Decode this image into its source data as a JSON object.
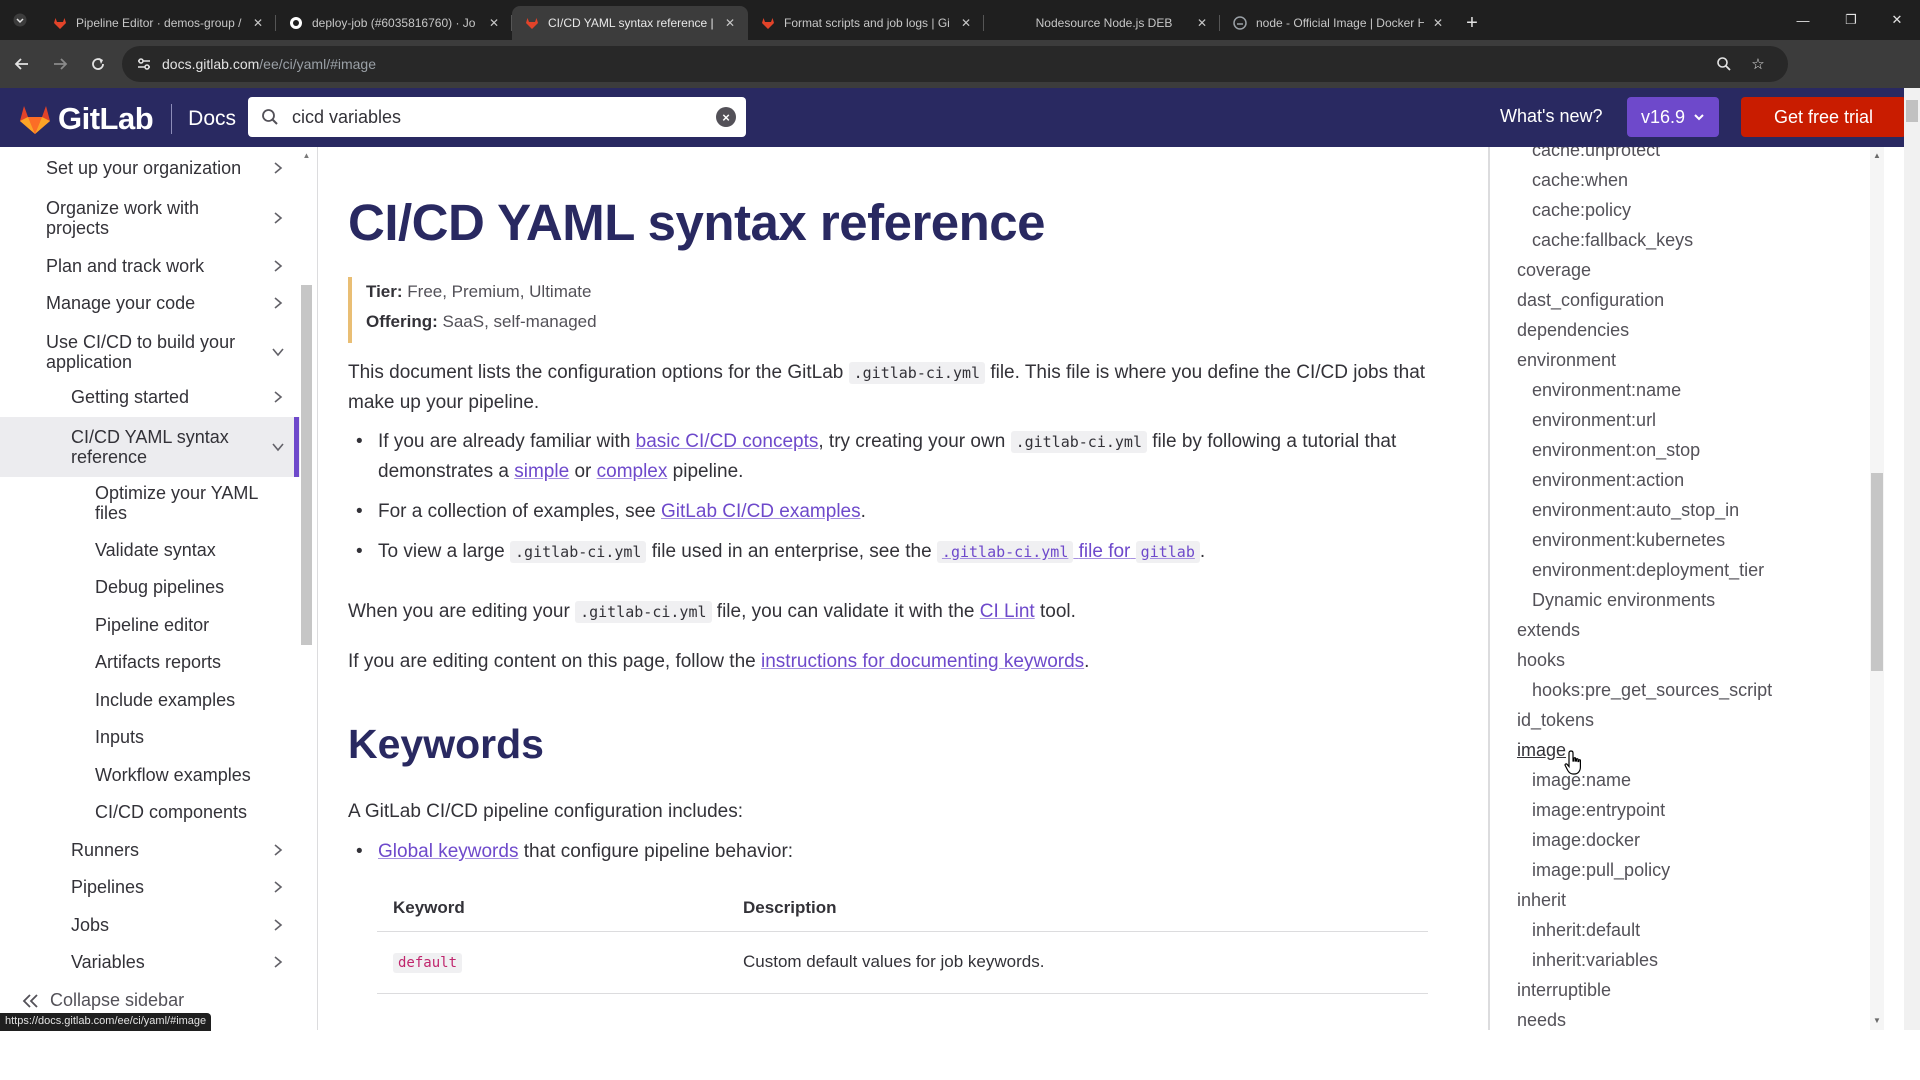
{
  "browser": {
    "tabs": [
      {
        "title": "Pipeline Editor · demos-group /",
        "favicon": "gitlab-icon",
        "active": false
      },
      {
        "title": "deploy-job (#6035816760) · Jo",
        "favicon": "github-icon",
        "active": false
      },
      {
        "title": "CI/CD YAML syntax reference | G",
        "favicon": "gitlab-icon",
        "active": true
      },
      {
        "title": "Format scripts and job logs | Gi",
        "favicon": "gitlab-icon",
        "active": false
      },
      {
        "title": "Nodesource Node.js DEB",
        "favicon": "",
        "active": false
      },
      {
        "title": "node - Official Image | Docker H",
        "favicon": "docker-icon",
        "active": false
      }
    ],
    "url_host": "docs.gitlab.com",
    "url_path": "/ee/ci/yaml/#image",
    "status_url": "https://docs.gitlab.com/ee/ci/yaml/#image"
  },
  "header": {
    "logo_text": "GitLab",
    "docs_label": "Docs",
    "search_value": "cicd variables",
    "whats_new": "What's new?",
    "version": "v16.9",
    "trial": "Get free trial"
  },
  "sidebar": {
    "items": [
      {
        "label": "Set up your organization",
        "chevron": "right"
      },
      {
        "label": "Organize work with projects",
        "chevron": "right"
      },
      {
        "label": "Plan and track work",
        "chevron": "right"
      },
      {
        "label": "Manage your code",
        "chevron": "right"
      },
      {
        "label": "Use CI/CD to build your application",
        "chevron": "down"
      },
      {
        "label": "Getting started",
        "chevron": "right"
      },
      {
        "label": "CI/CD YAML syntax reference",
        "chevron": "down"
      },
      {
        "label": "Optimize your YAML files",
        "chevron": ""
      },
      {
        "label": "Validate syntax",
        "chevron": ""
      },
      {
        "label": "Debug pipelines",
        "chevron": ""
      },
      {
        "label": "Pipeline editor",
        "chevron": ""
      },
      {
        "label": "Artifacts reports",
        "chevron": ""
      },
      {
        "label": "Include examples",
        "chevron": ""
      },
      {
        "label": "Inputs",
        "chevron": ""
      },
      {
        "label": "Workflow examples",
        "chevron": ""
      },
      {
        "label": "CI/CD components",
        "chevron": ""
      },
      {
        "label": "Runners",
        "chevron": "right"
      },
      {
        "label": "Pipelines",
        "chevron": "right"
      },
      {
        "label": "Jobs",
        "chevron": "right"
      },
      {
        "label": "Variables",
        "chevron": "right"
      }
    ],
    "collapse_label": "Collapse sidebar"
  },
  "main": {
    "title": "CI/CD YAML syntax reference",
    "tier_label": "Tier:",
    "tier_value": "Free, Premium, Ultimate",
    "offering_label": "Offering:",
    "offering_value": "SaaS, self-managed",
    "intro_1": "This document lists the configuration options for the GitLab",
    "intro_code": ".gitlab-ci.yml",
    "intro_2": "file. This file is where you define the CI/CD jobs that make up your pipeline.",
    "b1_1": "If you are already familiar with",
    "b1_link1": "basic CI/CD concepts",
    "b1_2": ", try creating your own",
    "b1_code": ".gitlab-ci.yml",
    "b1_3": "file by following a tutorial that demonstrates a",
    "b1_link2": "simple",
    "b1_4": "or",
    "b1_link3": "complex",
    "b1_5": "pipeline.",
    "b2_1": "For a collection of examples, see",
    "b2_link": "GitLab CI/CD examples",
    "b2_2": ".",
    "b3_1": "To view a large",
    "b3_code": ".gitlab-ci.yml",
    "b3_2": "file used in an enterprise, see the",
    "b3_link_code": ".gitlab-ci.yml",
    "b3_link_text": "file for",
    "b3_link_code2": "gitlab",
    "b3_3": ".",
    "edit_1": "When you are editing your",
    "edit_code": ".gitlab-ci.yml",
    "edit_2": "file, you can validate it with the",
    "edit_link": "CI Lint",
    "edit_3": "tool.",
    "content_1": "If you are editing content on this page, follow the",
    "content_link": "instructions for documenting keywords",
    "content_2": ".",
    "keywords_title": "Keywords",
    "kw_intro": "A GitLab CI/CD pipeline configuration includes:",
    "kw_b1_link": "Global keywords",
    "kw_b1_text": "that configure pipeline behavior:",
    "table": {
      "headers": [
        "Keyword",
        "Description"
      ],
      "rows": [
        {
          "keyword": "default",
          "description": "Custom default values for job keywords."
        }
      ]
    }
  },
  "toc": {
    "items": [
      {
        "label": "cache:unprotect",
        "level": 2
      },
      {
        "label": "cache:when",
        "level": 2
      },
      {
        "label": "cache:policy",
        "level": 2
      },
      {
        "label": "cache:fallback_keys",
        "level": 2
      },
      {
        "label": "coverage",
        "level": 1
      },
      {
        "label": "dast_configuration",
        "level": 1
      },
      {
        "label": "dependencies",
        "level": 1
      },
      {
        "label": "environment",
        "level": 1
      },
      {
        "label": "environment:name",
        "level": 2
      },
      {
        "label": "environment:url",
        "level": 2
      },
      {
        "label": "environment:on_stop",
        "level": 2
      },
      {
        "label": "environment:action",
        "level": 2
      },
      {
        "label": "environment:auto_stop_in",
        "level": 2
      },
      {
        "label": "environment:kubernetes",
        "level": 2
      },
      {
        "label": "environment:deployment_tier",
        "level": 2
      },
      {
        "label": "Dynamic environments",
        "level": 2
      },
      {
        "label": "extends",
        "level": 1
      },
      {
        "label": "hooks",
        "level": 1
      },
      {
        "label": "hooks:pre_get_sources_script",
        "level": 2
      },
      {
        "label": "id_tokens",
        "level": 1
      },
      {
        "label": "image",
        "level": 1
      },
      {
        "label": "image:name",
        "level": 2
      },
      {
        "label": "image:entrypoint",
        "level": 2
      },
      {
        "label": "image:docker",
        "level": 2
      },
      {
        "label": "image:pull_policy",
        "level": 2
      },
      {
        "label": "inherit",
        "level": 1
      },
      {
        "label": "inherit:default",
        "level": 2
      },
      {
        "label": "inherit:variables",
        "level": 2
      },
      {
        "label": "interruptible",
        "level": 1
      },
      {
        "label": "needs",
        "level": 1
      }
    ],
    "active": "image"
  },
  "colors": {
    "header_bg": "#292961",
    "accent": "#6e49cb",
    "trial": "#c91c00",
    "title": "#292961"
  }
}
